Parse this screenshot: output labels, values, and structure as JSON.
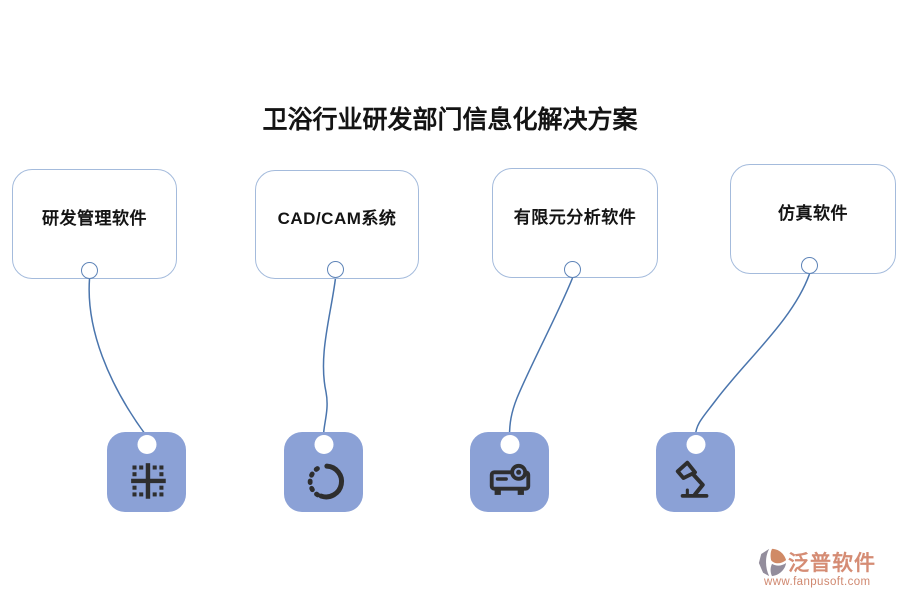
{
  "title": "卫浴行业研发部门信息化解决方案",
  "nodes": [
    {
      "label": "研发管理软件",
      "icon": "dashed-grid-plus-icon"
    },
    {
      "label": "CAD/CAM系统",
      "icon": "dashed-circle-arc-icon"
    },
    {
      "label": "有限元分析软件",
      "icon": "projector-icon"
    },
    {
      "label": "仿真软件",
      "icon": "desk-lamp-icon"
    }
  ],
  "branding": {
    "company": "泛普软件",
    "website": "www.fanpusoft.com"
  },
  "colors": {
    "box_border": "#a4bbdc",
    "connector_line": "#4a75ad",
    "icon_tile_fill": "#8ba1d6",
    "icon_glyph": "#2e2e2e",
    "title_text": "#141414",
    "brand_text": "#d58c74",
    "brand_mark_gray": "#938d9c",
    "brand_mark_orange": "#d08a66"
  }
}
